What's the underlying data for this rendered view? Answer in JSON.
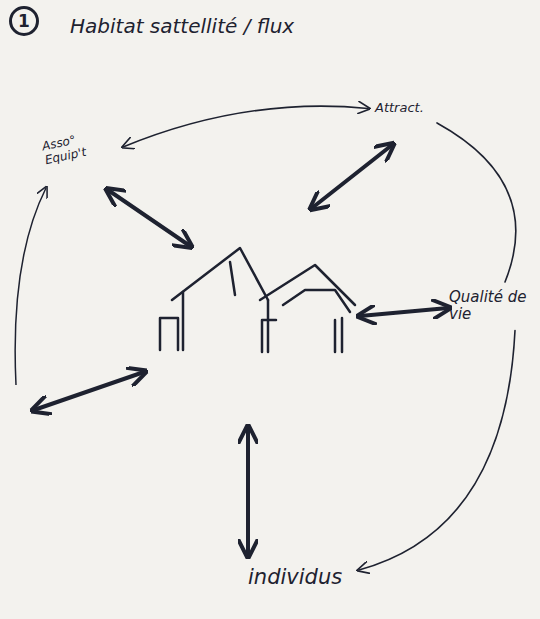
{
  "diagram": {
    "title": "Habitat sattellité / flux",
    "nodes": [
      {
        "text": [
          "Asso° Equip't"
        ]
      },
      {
        "text": [
          "Attract."
        ]
      },
      {
        "text": [
          "Qualité de vie"
        ]
      },
      {
        "text": [
          "individus"
        ]
      }
    ],
    "edges": [
      {
        "from": 0,
        "to": 1,
        "arrow": "both"
      },
      {
        "from": 1,
        "to": 2,
        "arrow": "none"
      },
      {
        "from": 2,
        "to": 3,
        "arrow": "to"
      }
    ],
    "labels": [
      "1"
    ]
  }
}
